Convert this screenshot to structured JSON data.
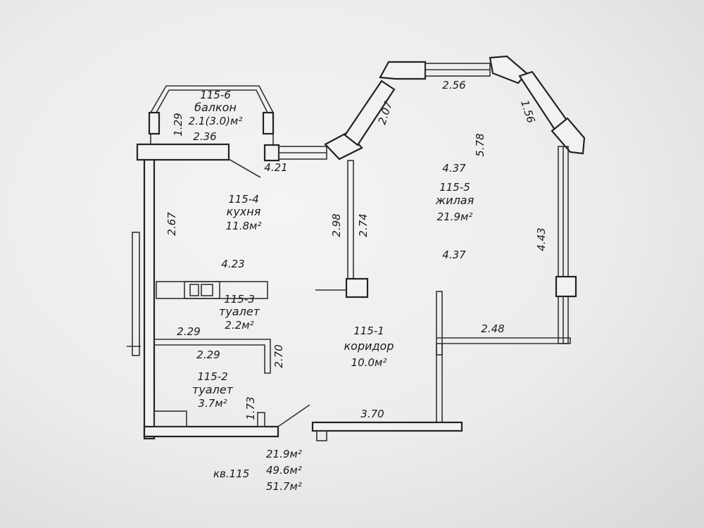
{
  "plan": {
    "rooms": {
      "balcony": {
        "id": "115-6",
        "name": "балкон",
        "area": "2.1(3.0)м²"
      },
      "kitchen": {
        "id": "115-4",
        "name": "кухня",
        "area": "11.8м²"
      },
      "living": {
        "id": "115-5",
        "name": "жилая",
        "area": "21.9м²"
      },
      "toilet1": {
        "id": "115-3",
        "name": "туалет",
        "area": "2.2м²"
      },
      "corridor": {
        "id": "115-1",
        "name": "коридор",
        "area": "10.0м²"
      },
      "toilet2": {
        "id": "115-2",
        "name": "туалет",
        "area": "3.7м²"
      }
    },
    "dimensions": {
      "balcony_h": "1.29",
      "balcony_w": "2.36",
      "kitchen_door": "4.21",
      "kitchen_h": "2.67",
      "kitchen_w": "4.23",
      "bay_left": "2.07",
      "bay_top": "2.56",
      "bay_right": "1.56",
      "living_depth": "5.78",
      "living_w_top": "4.37",
      "living_w_bottom": "4.37",
      "partition_left": "2.98",
      "partition_right": "2.74",
      "living_right": "4.43",
      "corridor_w": "2.48",
      "toilet1_w": "2.29",
      "toilet2_w": "2.29",
      "toilet2_h": "2.70",
      "toilet2_small": "1.73",
      "entry_w": "3.70"
    },
    "summary": {
      "apt": "кв.115",
      "living_area": "21.9м²",
      "total_area": "49.6м²",
      "total_area_balcony": "51.7м²"
    }
  }
}
